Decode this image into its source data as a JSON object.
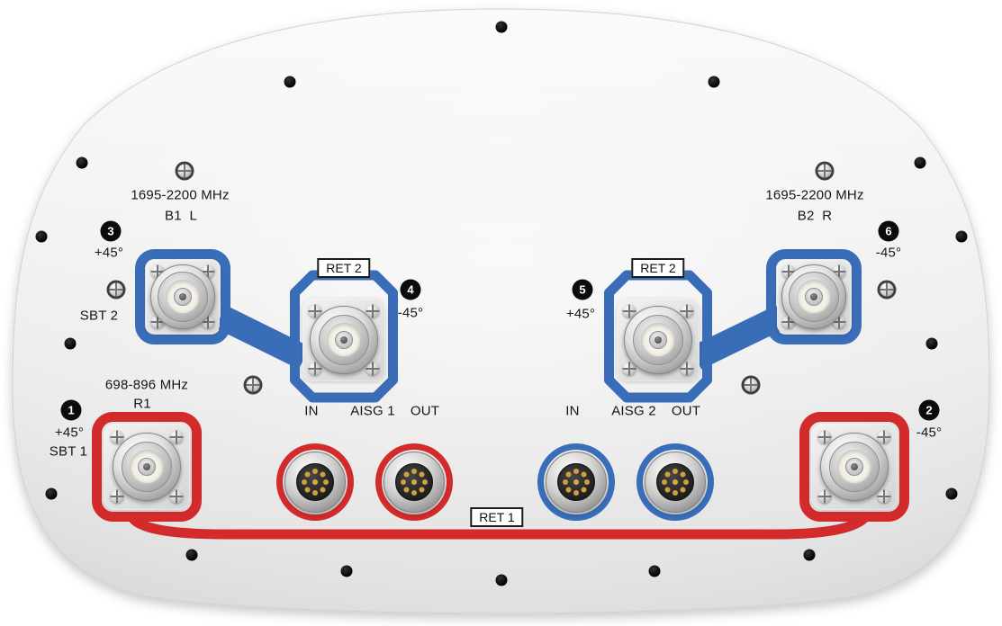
{
  "colors": {
    "blue": "#3a6db8",
    "red": "#d32b2b"
  },
  "left_high_band": {
    "freq": "1695-2200 MHz",
    "label": "B1  L"
  },
  "right_high_band": {
    "freq": "1695-2200 MHz",
    "label": "B2  R"
  },
  "low_band": {
    "freq": "698-896 MHz",
    "label": "R1"
  },
  "ports": {
    "1": {
      "num": "1",
      "pol": "+45°",
      "sbt": "SBT 1"
    },
    "2": {
      "num": "2",
      "pol": "-45°"
    },
    "3": {
      "num": "3",
      "pol": "+45°"
    },
    "4": {
      "num": "4",
      "pol": "-45°"
    },
    "5": {
      "num": "5",
      "pol": "+45°"
    },
    "6": {
      "num": "6",
      "pol": "-45°"
    }
  },
  "sbt2": "SBT 2",
  "ret": {
    "ret1": "RET 1",
    "ret2_left": "RET 2",
    "ret2_right": "RET 2"
  },
  "aisg1": {
    "in": "IN",
    "label": "AISG 1",
    "out": "OUT"
  },
  "aisg2": {
    "in": "IN",
    "label": "AISG 2",
    "out": "OUT"
  }
}
